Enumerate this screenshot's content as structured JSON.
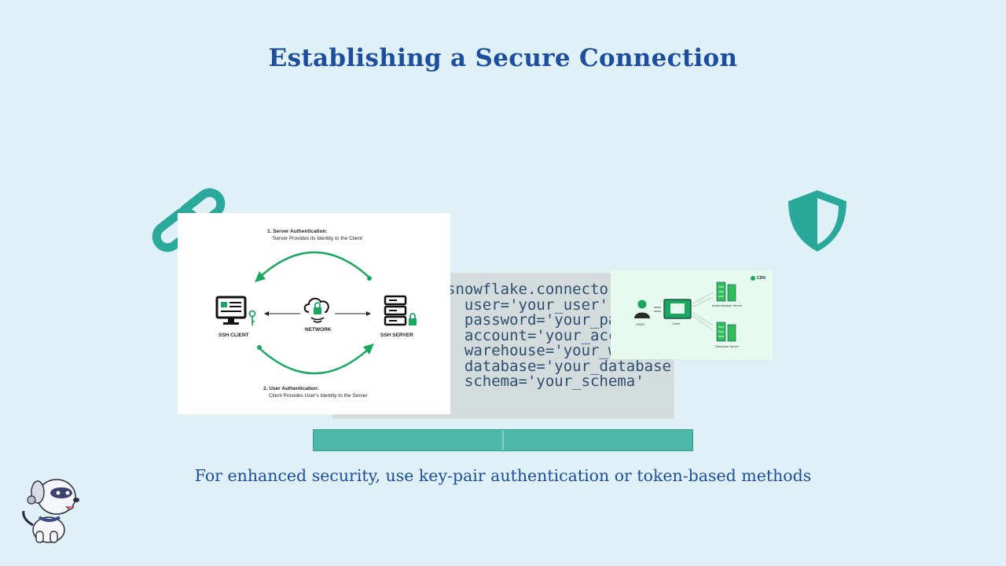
{
  "slide": {
    "title": "Establishing a Secure Connection",
    "caption": "For enhanced security, use key-pair authentication or token-based methods"
  },
  "code_snippet": {
    "lines": [
      "snowflake.connector.connect(",
      "  user='your_user',",
      "  password='your_password',",
      "  account='your_account',",
      "  warehouse='your_warehouse',",
      "  database='your_database',",
      "  schema='your_schema'"
    ]
  },
  "ssh_diagram": {
    "server_auth_title": "1. Server Authentication:",
    "server_auth_desc": "Server Provides its Identity to the Client",
    "client_label": "SSH CLIENT",
    "network_label": "NETWORK",
    "server_label": "SSH SERVER",
    "user_auth_title": "2. User Authentication:",
    "user_auth_desc": "Client Provides User's Identity to the Server"
  },
  "oauth_diagram": {
    "user_label": "USER",
    "client_label": "Client",
    "auth_server_label": "Authentication Server",
    "resource_server_label": "Resource Server",
    "brand": "CDN"
  },
  "icons": {
    "link": "link-icon",
    "shield": "shield-icon",
    "mascot": "dog-mascot-icon"
  },
  "colors": {
    "background": "#dff1f7",
    "title": "#1d4e9e",
    "accent": "#2aa89a",
    "diagram_green": "#1aa85f"
  }
}
